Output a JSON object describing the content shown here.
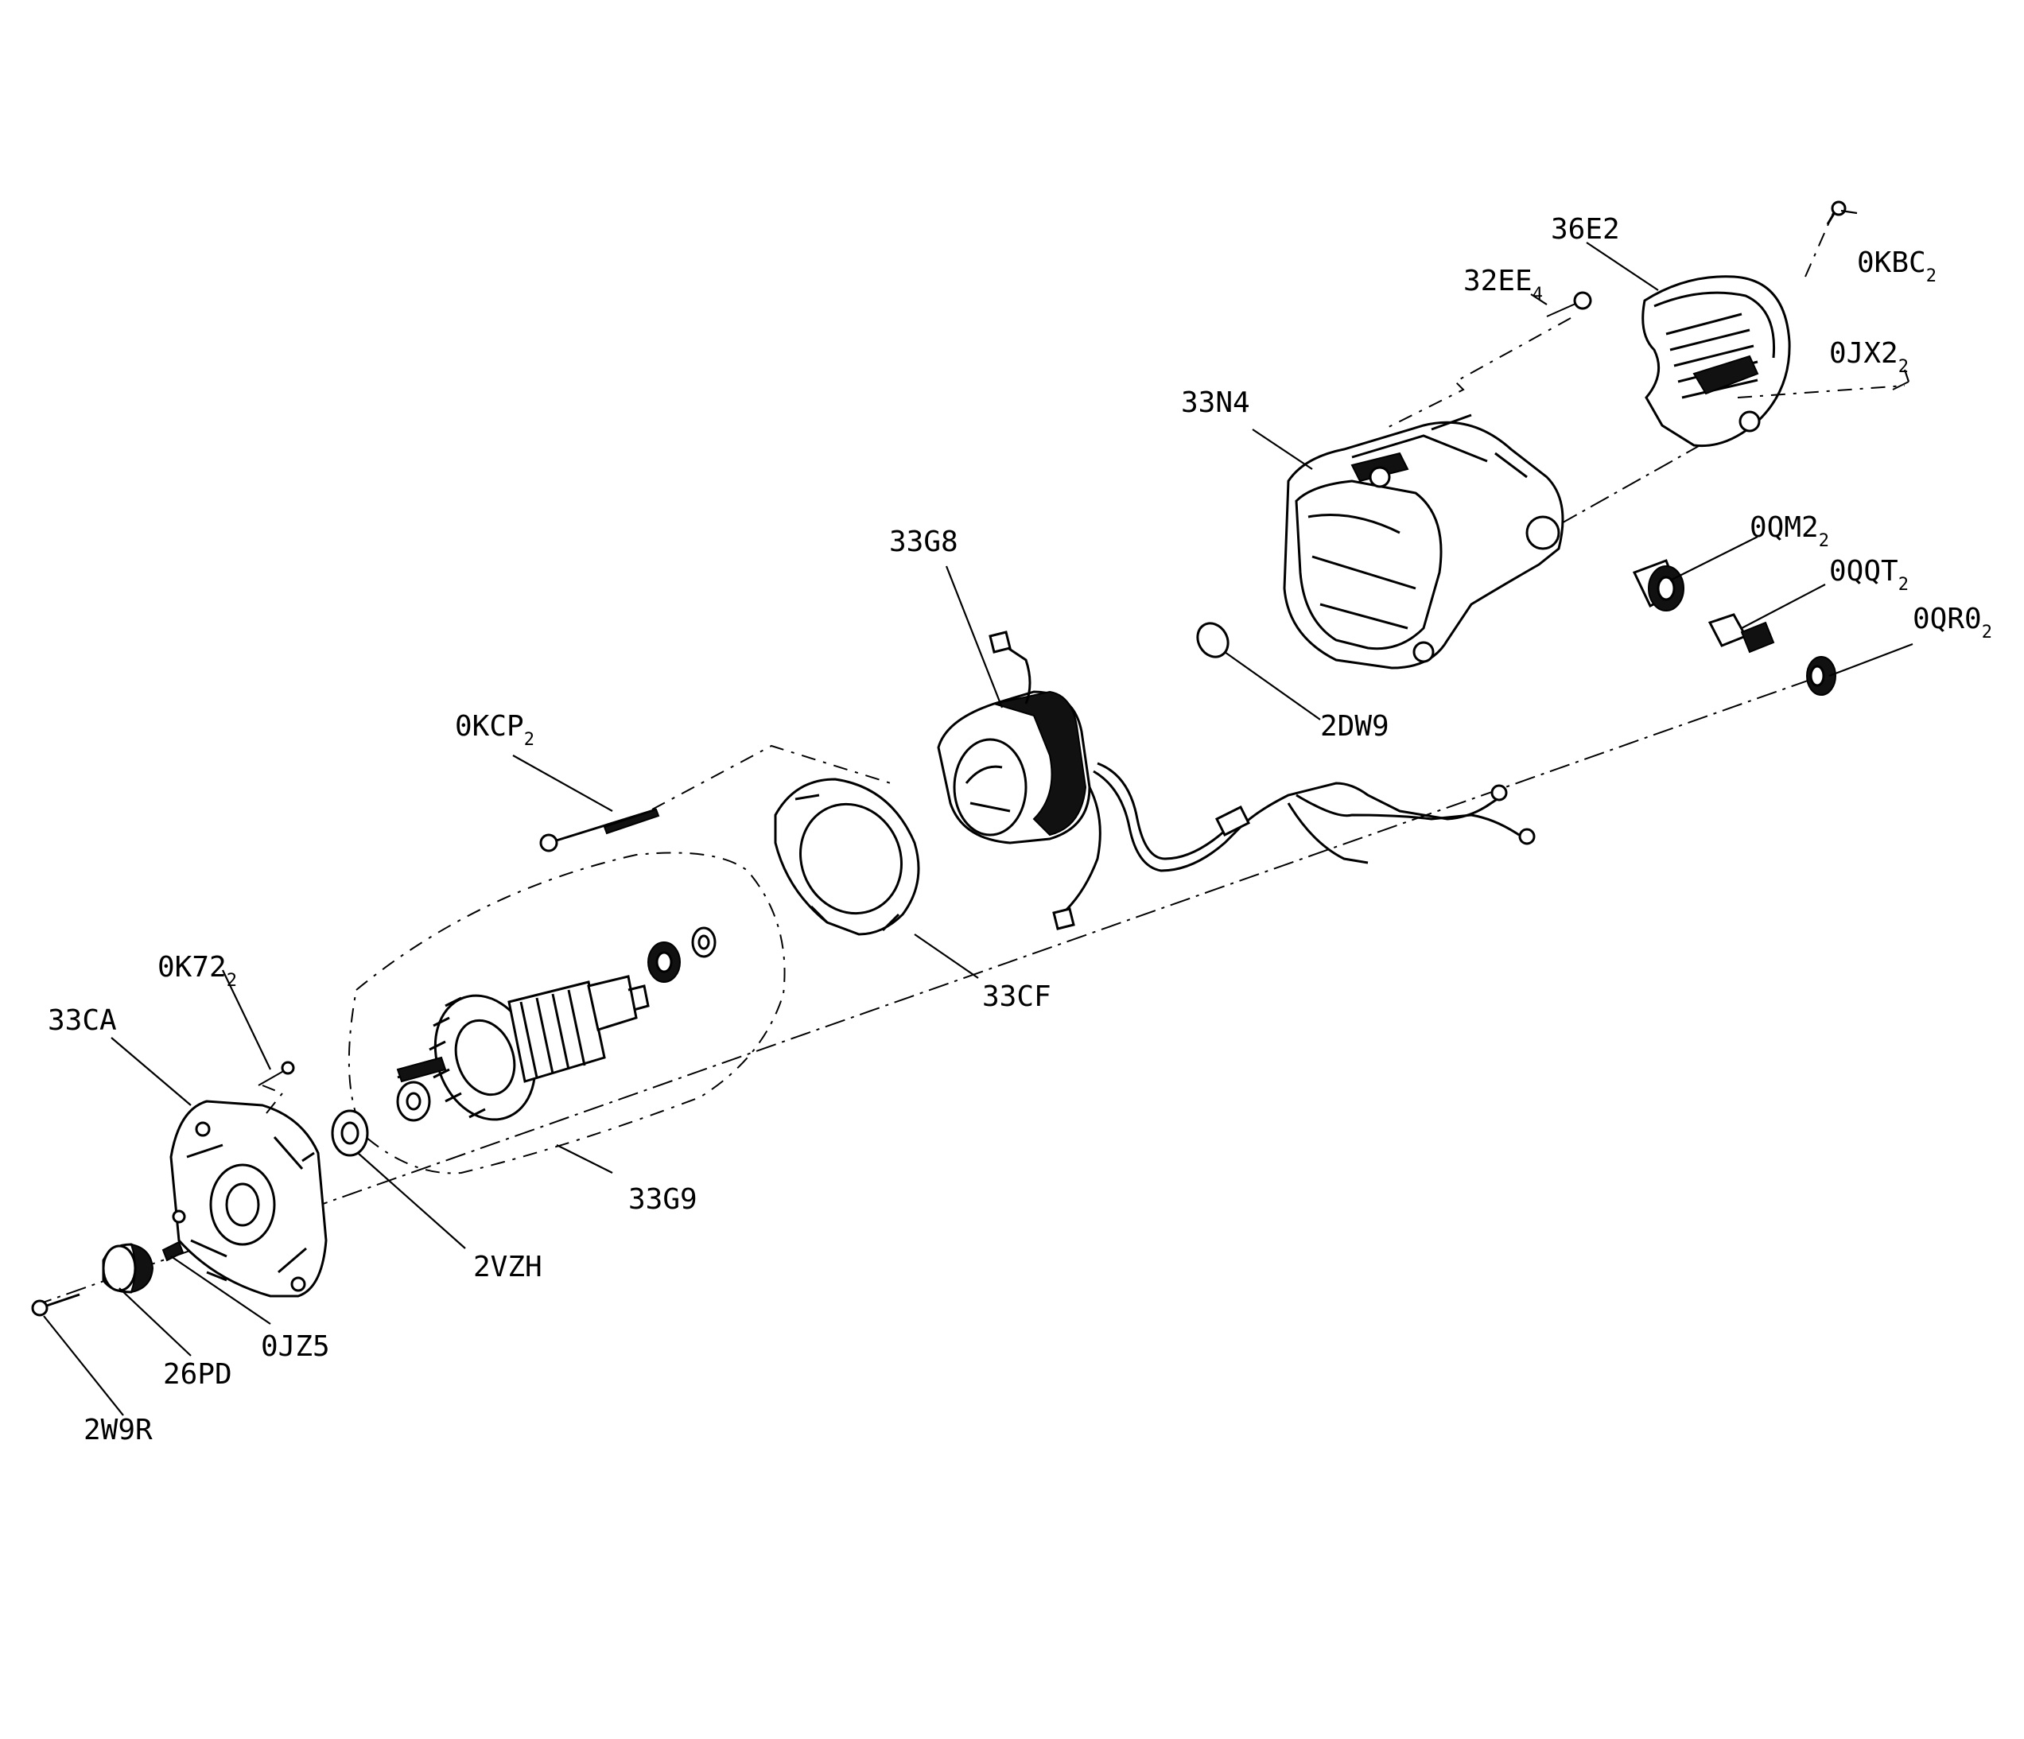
{
  "labels": {
    "36E2": {
      "main": "36E2",
      "sub": ""
    },
    "0KBC2": {
      "main": "0KBC",
      "sub": "2"
    },
    "32EE4": {
      "main": "32EE",
      "sub": "4"
    },
    "0JX22": {
      "main": "0JX2",
      "sub": "2"
    },
    "33N4": {
      "main": "33N4",
      "sub": ""
    },
    "0QM22": {
      "main": "0QM2",
      "sub": "2"
    },
    "0QQT2": {
      "main": "0QQT",
      "sub": "2"
    },
    "0QR02": {
      "main": "0QR0",
      "sub": "2"
    },
    "33G8": {
      "main": "33G8",
      "sub": ""
    },
    "2DW9": {
      "main": "2DW9",
      "sub": ""
    },
    "0KCP2": {
      "main": "0KCP",
      "sub": "2"
    },
    "33CF": {
      "main": "33CF",
      "sub": ""
    },
    "0K722": {
      "main": "0K72",
      "sub": "2"
    },
    "33CA": {
      "main": "33CA",
      "sub": ""
    },
    "33G9": {
      "main": "33G9",
      "sub": ""
    },
    "2VZH": {
      "main": "2VZH",
      "sub": ""
    },
    "0JZ5": {
      "main": "0JZ5",
      "sub": ""
    },
    "26PD": {
      "main": "26PD",
      "sub": ""
    },
    "2W9R": {
      "main": "2W9R",
      "sub": ""
    }
  }
}
